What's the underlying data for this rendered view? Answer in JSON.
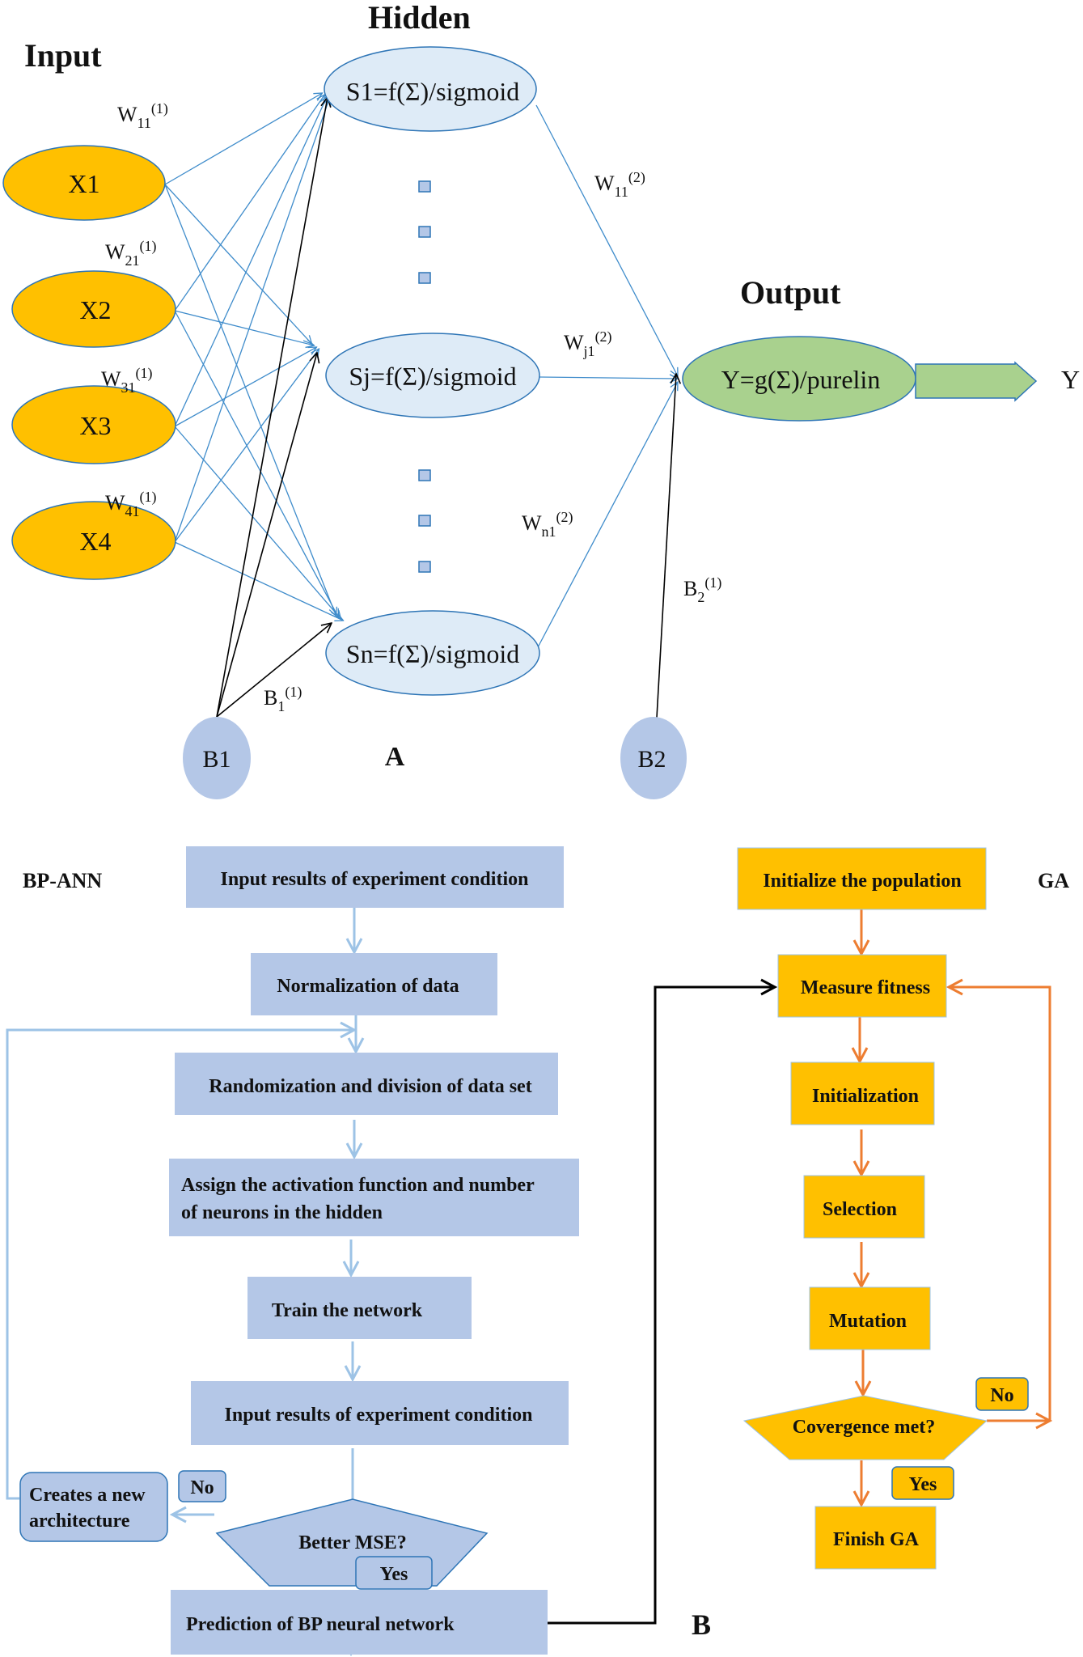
{
  "panel_a": {
    "label": "A",
    "headings": {
      "input": "Input",
      "hidden": "Hidden",
      "output": "Output"
    },
    "inputs": [
      "X1",
      "X2",
      "X3",
      "X4"
    ],
    "input_weights": [
      {
        "base": "W",
        "sub": "11",
        "sup": "(1)"
      },
      {
        "base": "W",
        "sub": "21",
        "sup": "(1)"
      },
      {
        "base": "W",
        "sub": "31",
        "sup": "(1)"
      },
      {
        "base": "W",
        "sub": "41",
        "sup": "(1)"
      }
    ],
    "hidden_nodes": [
      "S1=f(Σ)/sigmoid",
      "Sj=f(Σ)/sigmoid",
      "Sn=f(Σ)/sigmoid"
    ],
    "output_weights": [
      {
        "base": "W",
        "sub": "11",
        "sup": "(2)"
      },
      {
        "base": "W",
        "sub": "j1",
        "sup": "(2)"
      },
      {
        "base": "W",
        "sub": "n1",
        "sup": "(2)"
      }
    ],
    "output_node": "Y=g(Σ)/purelin",
    "output_label": "Y",
    "bias_nodes": [
      "B1",
      "B2"
    ],
    "bias_weights": [
      {
        "base": "B",
        "sub": "1",
        "sup": "(1)"
      },
      {
        "base": "B",
        "sub": "2",
        "sup": "(1)"
      }
    ]
  },
  "panel_b": {
    "label": "B",
    "bpann": {
      "title": "BP-ANN",
      "steps": [
        "Input results of experiment condition",
        "Normalization of data",
        "Randomization and division of data set",
        [
          "Assign the activation function and number",
          "of neurons in the hidden"
        ],
        "Train the network",
        "Input results of experiment condition"
      ],
      "decision": "Better MSE?",
      "no_label": "No",
      "yes_label": "Yes",
      "no_branch": [
        "Creates a new",
        "architecture"
      ],
      "final": "Prediction of BP neural network"
    },
    "ga": {
      "title": "GA",
      "steps": [
        "Initialize the population",
        "Measure fitness",
        "Initialization",
        "Selection",
        "Mutation"
      ],
      "decision": "Covergence met?",
      "no_label": "No",
      "yes_label": "Yes",
      "final": "Finish GA"
    }
  },
  "colors": {
    "input_fill": "#FFC000",
    "hidden_fill": "#DEEBF7",
    "output_fill": "#A9D18E",
    "bias_fill": "#B4C7E7",
    "node_stroke": "#2E75B6",
    "bp_box_fill": "#B4C7E7",
    "bp_arrow": "#9DC3E6",
    "ga_box_fill": "#FFC000",
    "ga_arrow": "#ED7D31",
    "link_blue": "#3F8CCB"
  }
}
